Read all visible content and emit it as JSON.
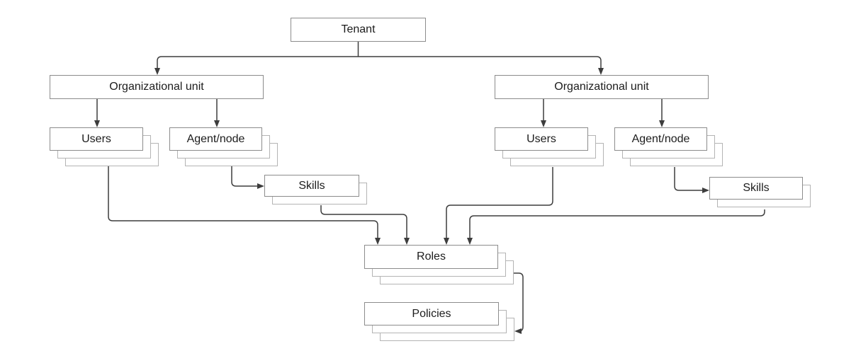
{
  "diagram": {
    "nodes": {
      "tenant": {
        "label": "Tenant"
      },
      "org_unit_left": {
        "label": "Organizational unit"
      },
      "org_unit_right": {
        "label": "Organizational unit"
      },
      "users_left": {
        "label": "Users"
      },
      "agent_node_left": {
        "label": "Agent/node"
      },
      "skills_left": {
        "label": "Skills"
      },
      "users_right": {
        "label": "Users"
      },
      "agent_node_right": {
        "label": "Agent/node"
      },
      "skills_right": {
        "label": "Skills"
      },
      "roles": {
        "label": "Roles"
      },
      "policies": {
        "label": "Policies"
      }
    },
    "edges": [
      {
        "from": "Tenant",
        "to": "Organizational unit (left)"
      },
      {
        "from": "Tenant",
        "to": "Organizational unit (right)"
      },
      {
        "from": "Organizational unit (left)",
        "to": "Users (left)"
      },
      {
        "from": "Organizational unit (left)",
        "to": "Agent/node (left)"
      },
      {
        "from": "Agent/node (left)",
        "to": "Skills (left)"
      },
      {
        "from": "Organizational unit (right)",
        "to": "Users (right)"
      },
      {
        "from": "Organizational unit (right)",
        "to": "Agent/node (right)"
      },
      {
        "from": "Agent/node (right)",
        "to": "Skills (right)"
      },
      {
        "from": "Users (left)",
        "to": "Roles"
      },
      {
        "from": "Skills (left)",
        "to": "Roles"
      },
      {
        "from": "Users (right)",
        "to": "Roles"
      },
      {
        "from": "Skills (right)",
        "to": "Roles"
      },
      {
        "from": "Roles",
        "to": "Policies"
      }
    ],
    "colors": {
      "background": "#ffffff",
      "box_border": "#8c8c8c",
      "stack_layer_border": "#b4b4b4",
      "connector": "#3d3d3d",
      "text": "#1c1c1c"
    }
  }
}
